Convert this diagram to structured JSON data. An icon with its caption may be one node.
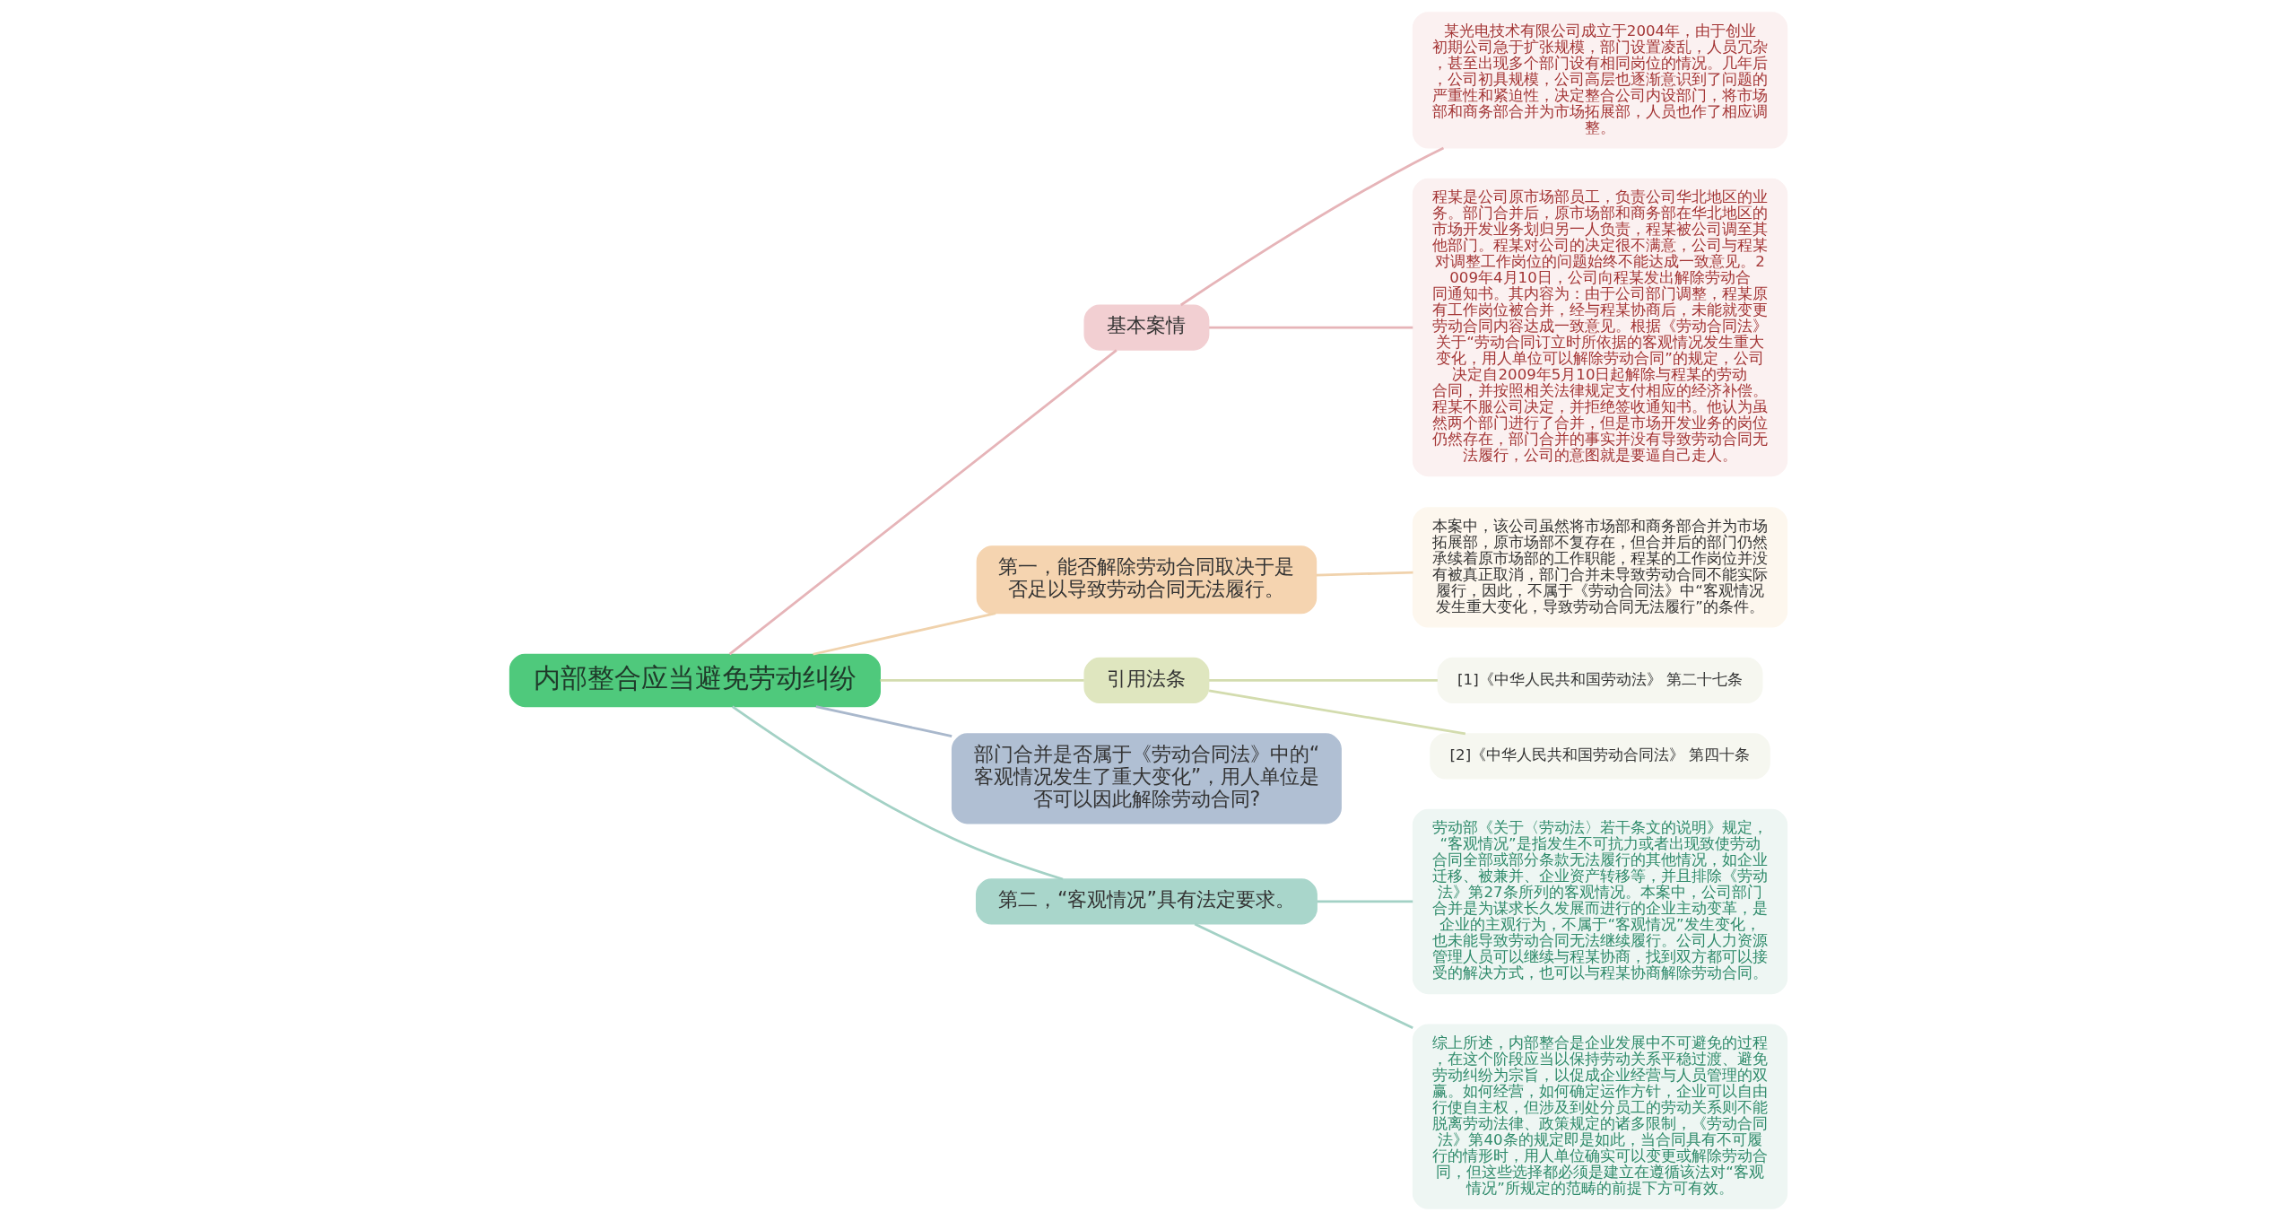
{
  "diagram": {
    "nodes": [
      {
        "text": [
          "内部整合应当避免劳动纠纷"
        ]
      },
      {
        "text": [
          "基本案情"
        ]
      },
      {
        "text": [
          "某光电技术有限公司成立于2004年，由于创业初期公司急于扩张规模，部门设置凌乱，人员冗杂，甚至出现多个部门设有相同岗位的情况。几年后，公司初具规模，公司高层也逐渐意识到了问题的严重性和紧迫性，决定整合公司内设部门，将市场部和商务部合并为市场拓展部，人员也作了相应调整。"
        ]
      },
      {
        "text": [
          "程某是公司原市场部员工，负责公司华北地区的业务。部门合并后，原市场部和商务部在华北地区的市场开发业务划归另一人负责，程某被公司调至其他部门。程某对公司的决定很不满意，公司与程某对调整工作岗位的问题始终不能达成一致意见。2009年4月10日，公司向程某发出解除劳动合同通知书。其内容为：由于公司部门调整，程某原有工作岗位被合并，经与程某协商后，未能就变更劳动合同内容达成一致意见。根据《劳动合同法》关于“劳动合同订立时所依据的客观情况发生重大变化，用人单位可以解除劳动合同”的规定，公司决定自2009年5月10日起解除与程某的劳动合同，并按照相关法律规定支付相应的经济补偿。程某不服公司决定，并拒绝签收通知书。他认为虽然两个部门进行了合并，但是市场开发业务的岗位仍然存在，部门合并的事实并没有导致劳动合同无法履行，公司的意图就是要逼自己走人。"
        ]
      },
      {
        "text": [
          "第一，能否解除劳动合同取决于是否足以导致劳动合同无法履行。"
        ]
      },
      {
        "text": [
          "本案中，该公司虽然将市场部和商务部合并为市场拓展部，原市场部不复存在，但合并后的部门仍然承续着原市场部的工作职能，程某的工作岗位并没有被真正取消，部门合并未导致劳动合同不能实际履行，因此，不属于《劳动合同法》中“客观情况发生重大变化，导致劳动合同无法履行”的条件。"
        ]
      },
      {
        "text": [
          "引用法条"
        ]
      },
      {
        "text": [
          "[1]《中华人民共和国劳动法》 第二十七条"
        ]
      },
      {
        "text": [
          "[2]《中华人民共和国劳动合同法》 第四十条"
        ]
      },
      {
        "text": [
          "部门合并是否属于《劳动合同法》中的“客观情况发生了重大变化”，用人单位是否可以因此解除劳动合同?"
        ]
      },
      {
        "text": [
          "第二，“客观情况”具有法定要求。"
        ]
      },
      {
        "text": [
          "劳动部《关于〈劳动法〉若干条文的说明》规定，“客观情况”是指发生不可抗力或者出现致使劳动合同全部或部分条款无法履行的其他情况，如企业迁移、被兼并、企业资产转移等，并且排除《劳动法》第27条所列的客观情况。本案中，公司部门合并是为谋求长久发展而进行的企业主动变革，是企业的主观行为，不属于“客观情况”发生变化，也未能导致劳动合同无法继续履行。公司人力资源管理人员可以继续与程某协商，找到双方都可以接受的解决方式，也可以与程某协商解除劳动合同。"
        ]
      },
      {
        "text": [
          "综上所述，内部整合是企业发展中不可避免的过程，在这个阶段应当以保持劳动关系平稳过渡、避免劳动纠纷为宗旨，以促成企业经营与人员管理的双赢。如何经营，如何确定运作方针，企业可以自由行使自主权，但涉及到处分员工的劳动关系则不能脱离劳动法律、政策规定的诸多限制，《劳动合同法》第40条的规定即是如此，当合同具有不可履行的情形时，用人单位确实可以变更或解除劳动合同，但这些选择都必须是建立在遵循该法对“客观情况”所规定的范畴的前提下方可有效。"
        ]
      }
    ],
    "edges": [
      {
        "from": 0,
        "to": 1,
        "arrow": "none",
        "color": "#e6b4b8"
      },
      {
        "from": 1,
        "to": 2,
        "arrow": "none",
        "color": "#e6b4b8"
      },
      {
        "from": 1,
        "to": 3,
        "arrow": "none",
        "color": "#e6b4b8"
      },
      {
        "from": 0,
        "to": 4,
        "arrow": "none",
        "color": "#f0d2ac"
      },
      {
        "from": 4,
        "to": 5,
        "arrow": "none",
        "color": "#f0d2ac"
      },
      {
        "from": 0,
        "to": 6,
        "arrow": "none",
        "color": "#d3dcae"
      },
      {
        "from": 6,
        "to": 7,
        "arrow": "none",
        "color": "#d3dcae"
      },
      {
        "from": 6,
        "to": 8,
        "arrow": "none",
        "color": "#d3dcae"
      },
      {
        "from": 0,
        "to": 9,
        "arrow": "none",
        "color": "#a9b8cc"
      },
      {
        "from": 0,
        "to": 10,
        "arrow": "none",
        "color": "#a3d1c5"
      },
      {
        "from": 10,
        "to": 11,
        "arrow": "none",
        "color": "#a3d1c5"
      },
      {
        "from": 10,
        "to": 12,
        "arrow": "none",
        "color": "#a3d1c5"
      }
    ]
  }
}
